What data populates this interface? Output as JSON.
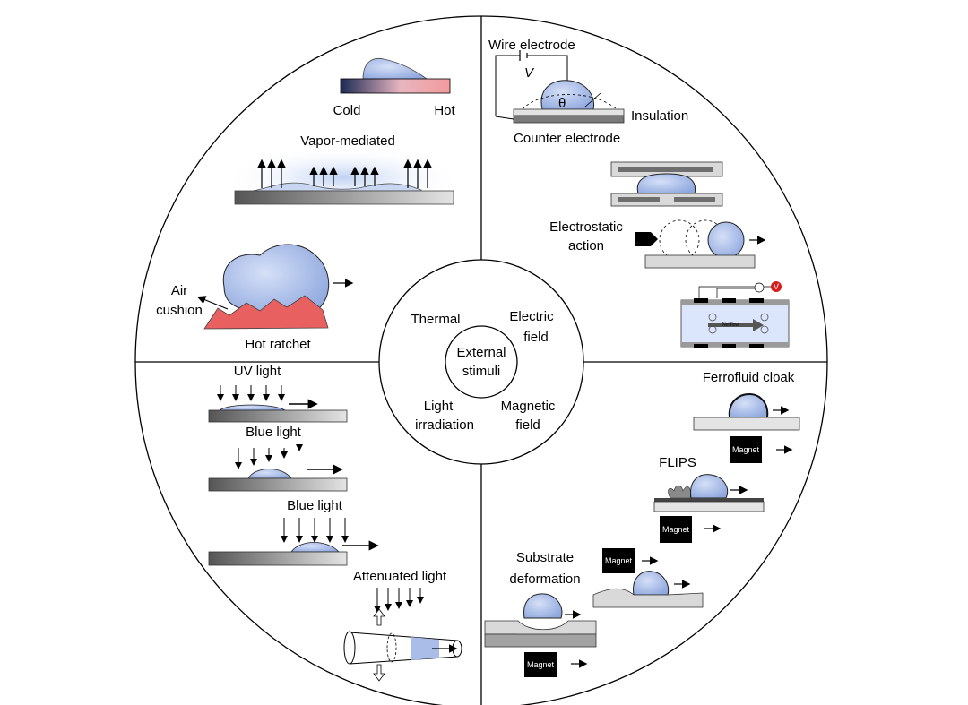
{
  "center": {
    "line1": "External",
    "line2": "stimuli"
  },
  "quadrants": {
    "thermal": "Thermal",
    "electric_1": "Electric",
    "electric_2": "field",
    "light_1": "Light",
    "light_2": "irradiation",
    "magnetic_1": "Magnetic",
    "magnetic_2": "field"
  },
  "thermal_panel": {
    "cold": "Cold",
    "hot": "Hot",
    "vapor": "Vapor-mediated",
    "air_1": "Air",
    "air_2": "cushion",
    "ratchet": "Hot ratchet"
  },
  "electric_panel": {
    "wire": "Wire electrode",
    "voltage": "V",
    "theta": "θ",
    "insulation": "Insulation",
    "counter": "Counter electrode",
    "electrostatic_1": "Electrostatic",
    "electrostatic_2": "action",
    "net_flow": "Net flow",
    "v_badge": "V"
  },
  "light_panel": {
    "uv": "UV light",
    "blue1": "Blue light",
    "blue2": "Blue light",
    "attenuated": "Attenuated light"
  },
  "magnetic_panel": {
    "ferrofluid": "Ferrofluid cloak",
    "flips": "FLIPS",
    "substrate_1": "Substrate",
    "substrate_2": "deformation",
    "magnet": "Magnet"
  },
  "colors": {
    "droplet": "#a9bde8",
    "droplet_edge": "#1a1a1a",
    "ratchet": "#e8605f",
    "substrate_dark": "#6e6e6e",
    "substrate_light": "#d9d9d9",
    "magnet": "#000000",
    "cold": "#1c2a55",
    "hot": "#f29a9c"
  }
}
